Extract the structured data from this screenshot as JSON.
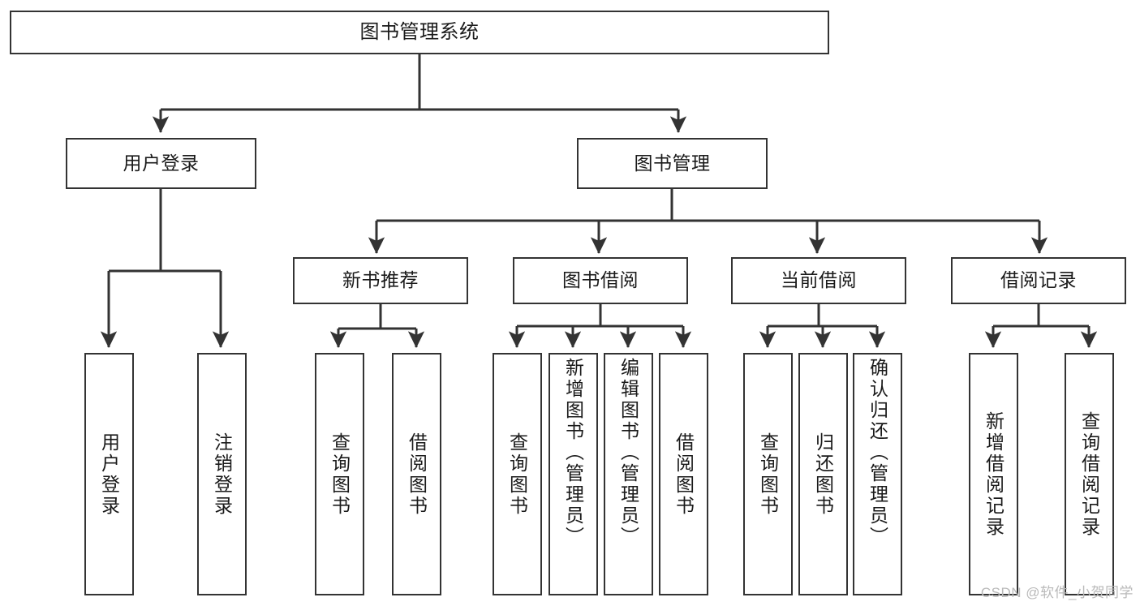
{
  "diagram": {
    "title": "图书管理系统",
    "type": "hierarchy-tree",
    "colors": {
      "box_border": "#333333",
      "box_fill": "#ffffff",
      "connector": "#333333",
      "text": "#1a1a1a",
      "watermark": "#b9b9b9"
    },
    "levels": {
      "root": {
        "label": "图书管理系统"
      },
      "level2": [
        {
          "label": "用户登录"
        },
        {
          "label": "图书管理"
        }
      ],
      "level3": [
        {
          "label": "新书推荐"
        },
        {
          "label": "图书借阅"
        },
        {
          "label": "当前借阅"
        },
        {
          "label": "借阅记录"
        }
      ],
      "leaves": {
        "user_login": [
          {
            "label": "用户登录"
          },
          {
            "label": "注销登录"
          }
        ],
        "new_book_recommend": [
          {
            "label": "查询图书"
          },
          {
            "label": "借阅图书"
          }
        ],
        "book_borrow": [
          {
            "label": "查询图书"
          },
          {
            "label": "新增图书（管理员）"
          },
          {
            "label": "编辑图书（管理员）"
          },
          {
            "label": "借阅图书"
          }
        ],
        "current_borrow": [
          {
            "label": "查询图书"
          },
          {
            "label": "归还图书"
          },
          {
            "label": "确认归还（管理员）"
          }
        ],
        "borrow_records": [
          {
            "label": "新增借阅记录"
          },
          {
            "label": "查询借阅记录"
          }
        ]
      }
    }
  },
  "watermark": {
    "text": "CSDN @软件_小贺同学"
  }
}
